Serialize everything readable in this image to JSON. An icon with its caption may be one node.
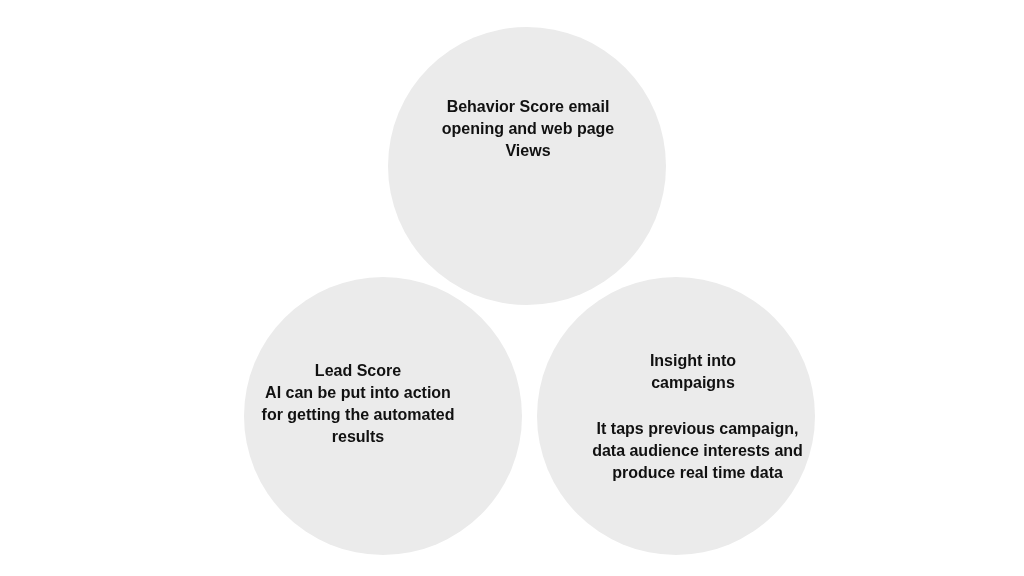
{
  "diagram": {
    "nodes": [
      {
        "text": [
          "Behavior Score email opening and web page Views"
        ]
      },
      {
        "text": [
          "Lead Score",
          "AI can be put into action for getting the automated results"
        ]
      },
      {
        "text": [
          "Insight into campaigns",
          "It taps previous campaign, data audience interests and produce real time data"
        ]
      }
    ]
  }
}
